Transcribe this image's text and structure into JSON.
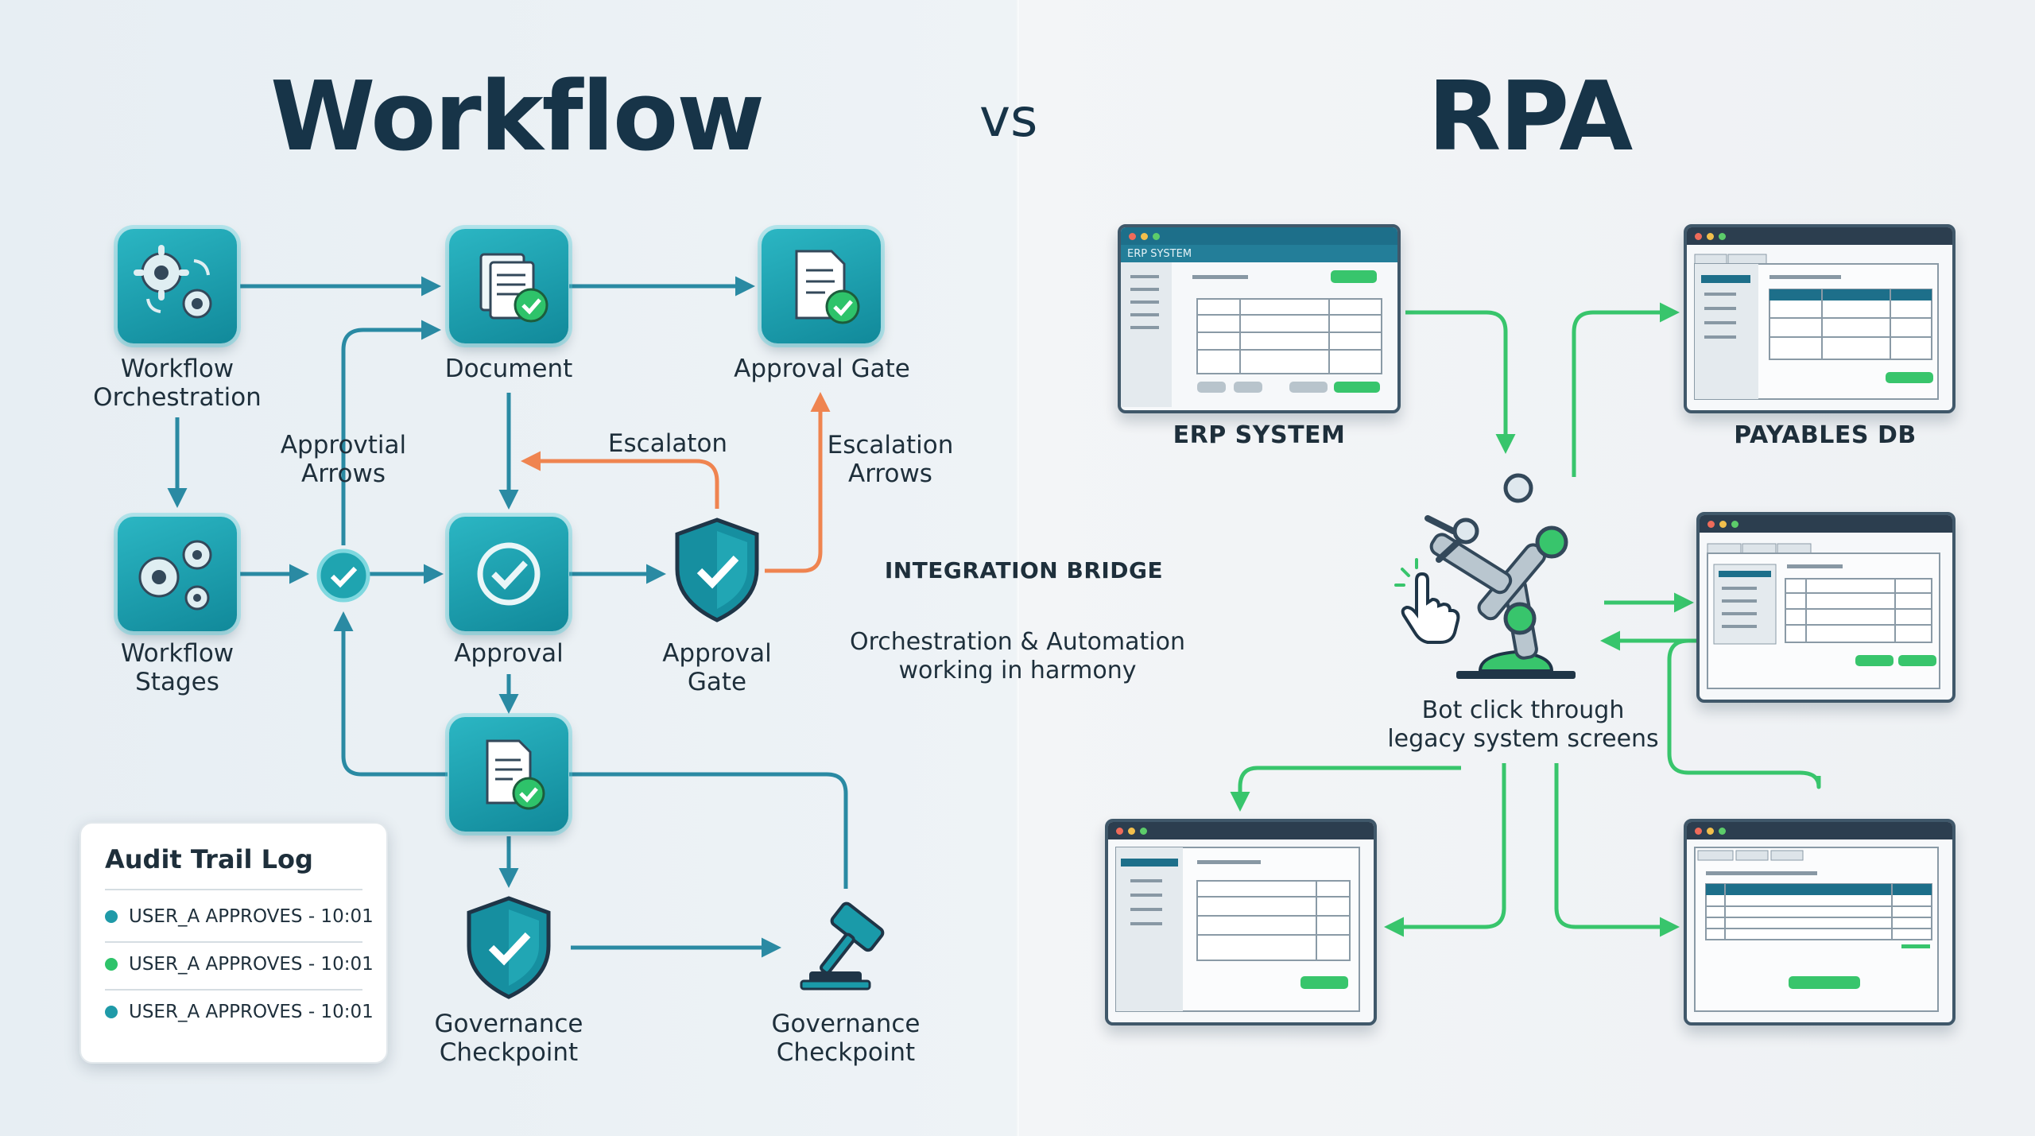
{
  "header": {
    "left_title": "Workflow",
    "vs": "vs",
    "right_title": "RPA"
  },
  "workflow": {
    "orchestration_label": "Workflow\nOrchestration",
    "document_label": "Document",
    "approval_gate_top_label": "Approval Gate",
    "stages_label": "Workflow\nStages",
    "approval_label": "Approval",
    "approval_gate_label": "Approval\nGate",
    "approvtial_arrows_label": "Approvtial\nArrows",
    "escalaton_label": "Escalaton",
    "escalation_arrows_label": "Escalation\nArrows",
    "governance_left_label": "Governance\nCheckpoint",
    "governance_right_label": "Governance\nCheckpoint"
  },
  "bridge": {
    "title": "INTEGRATION BRIDGE",
    "subtitle": "Orchestration & Automation\nworking in harmony"
  },
  "rpa": {
    "erp_label": "ERP SYSTEM",
    "erp_window_title": "ERP SYSTEM",
    "payables_label": "PAYABLES DB",
    "bot_caption": "Bot click through\nlegacy system screens"
  },
  "audit": {
    "title": "Audit Trail Log",
    "entries": [
      {
        "text": "USER_A APPROVES - 10:01",
        "color": "#1f9aa8"
      },
      {
        "text": "USER_A APPROVES - 10:01",
        "color": "#2ec36a"
      },
      {
        "text": "USER_A APPROVES - 10:01",
        "color": "#1f9aa8"
      }
    ]
  },
  "colors": {
    "teal": "#1a9aa9",
    "flow_line": "#2a8aa3",
    "escalation": "#ef8450",
    "rpa_green": "#38c56c",
    "dark": "#173448"
  }
}
